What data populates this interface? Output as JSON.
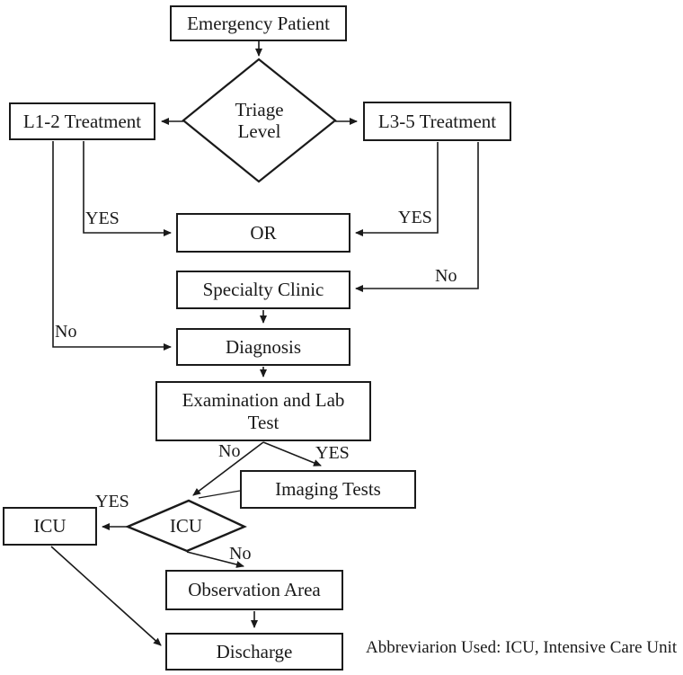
{
  "diagram": {
    "nodes": {
      "emergency_patient": "Emergency Patient",
      "triage_level": "Triage\nLevel",
      "l12_treatment": "L1-2 Treatment",
      "l35_treatment": "L3-5 Treatment",
      "operating_room": "OR",
      "specialty_clinic": "Specialty Clinic",
      "diagnosis": "Diagnosis",
      "examination_lab": "Examination and Lab\nTest",
      "imaging_tests": "Imaging Tests",
      "icu_decision": "ICU",
      "icu_unit": "ICU",
      "observation_area": "Observation Area",
      "discharge": "Discharge"
    },
    "edge_labels": {
      "l12_to_or": "YES",
      "l12_to_diagnosis": "No",
      "l35_to_or": "YES",
      "l35_to_specialty": "No",
      "exam_to_icu": "No",
      "exam_to_imaging": "YES",
      "icu_to_icu_unit": "YES",
      "icu_to_observation": "No"
    },
    "footer_note": "Abbreviarion Used: ICU, Intensive Care Unit",
    "colors": {
      "line": "#1a1a1a",
      "background": "#ffffff"
    }
  }
}
